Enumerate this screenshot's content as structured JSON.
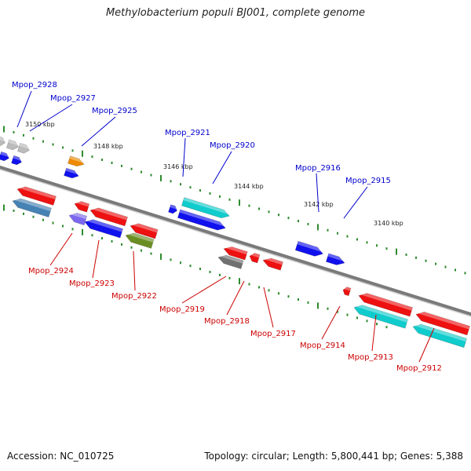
{
  "title": "Methylobacterium populi BJ001, complete genome",
  "footer": {
    "accession": "Accession: NC_010725",
    "summary": "Topology: circular; Length: 5,800,441 bp; Genes: 5,388"
  },
  "colors": {
    "backbone": "#7a7a7a",
    "tick": "#2e8b2e",
    "forward_label": "#0000cc",
    "reverse_label": "#cc0000"
  },
  "position_labels": [
    "3150 kbp",
    "3148 kbp",
    "3146 kbp",
    "3144 kbp",
    "3142 kbp",
    "3140 kbp"
  ],
  "forward_genes": [
    {
      "label": "Mpop_2928",
      "color": "#bbbbbb"
    },
    {
      "label": "Mpop_2927",
      "color": "#bbbbbb"
    },
    {
      "label": "Mpop_2925",
      "color": "#ee8a00"
    },
    {
      "label": "Mpop_2921",
      "color": "#1111ee"
    },
    {
      "label": "Mpop_2920",
      "color": "#11cccc"
    },
    {
      "label": "Mpop_2916",
      "color": "#1111ee"
    },
    {
      "label": "Mpop_2915",
      "color": "#1111ee"
    }
  ],
  "reverse_genes": [
    {
      "label": "Mpop_2924",
      "color": "#4682b4"
    },
    {
      "label": "Mpop_2923",
      "color": "#1111ee"
    },
    {
      "label": "Mpop_2922",
      "color": "#6b8e23"
    },
    {
      "label": "Mpop_2919",
      "color": "#707070"
    },
    {
      "label": "Mpop_2918",
      "color": "#ee1111"
    },
    {
      "label": "Mpop_2917",
      "color": "#ee1111"
    },
    {
      "label": "Mpop_2914",
      "color": "#ee1111"
    },
    {
      "label": "Mpop_2913",
      "color": "#11cccc"
    },
    {
      "label": "Mpop_2912",
      "color": "#11cccc"
    }
  ]
}
